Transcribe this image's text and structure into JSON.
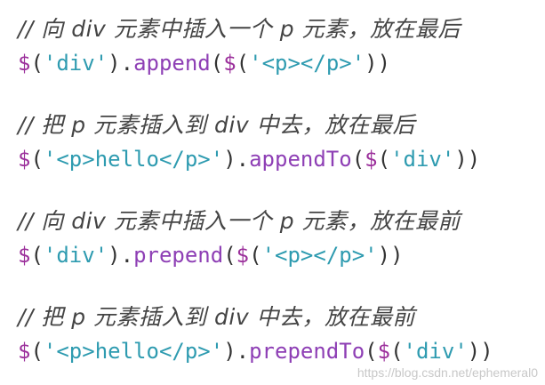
{
  "colors": {
    "comment": "#444444",
    "dollar": "#9b2f9b",
    "string": "#2e9bb0",
    "method": "#8e3fb5",
    "punctuation": "#333333"
  },
  "blocks": [
    {
      "comment": "// 向 div 元素中插入一个 p 元素，放在最后",
      "code": {
        "s1": "$",
        "s2": "(",
        "s3": "'div'",
        "s4": ").",
        "s5": "append",
        "s6": "(",
        "s7": "$",
        "s8": "(",
        "s9": "'<p></p>'",
        "s10": "))"
      }
    },
    {
      "comment": "// 把 p 元素插入到 div 中去，放在最后",
      "code": {
        "s1": "$",
        "s2": "(",
        "s3": "'<p>hello</p>'",
        "s4": ").",
        "s5": "appendTo",
        "s6": "(",
        "s7": "$",
        "s8": "(",
        "s9": "'div'",
        "s10": "))"
      }
    },
    {
      "comment": "// 向 div 元素中插入一个 p 元素，放在最前",
      "code": {
        "s1": "$",
        "s2": "(",
        "s3": "'div'",
        "s4": ").",
        "s5": "prepend",
        "s6": "(",
        "s7": "$",
        "s8": "(",
        "s9": "'<p></p>'",
        "s10": "))"
      }
    },
    {
      "comment": "// 把 p 元素插入到 div 中去，放在最前",
      "code": {
        "s1": "$",
        "s2": "(",
        "s3": "'<p>hello</p>'",
        "s4": ").",
        "s5": "prependTo",
        "s6": "(",
        "s7": "$",
        "s8": "(",
        "s9": "'div'",
        "s10": "))"
      }
    }
  ],
  "watermark": "https://blog.csdn.net/ephemeral0"
}
